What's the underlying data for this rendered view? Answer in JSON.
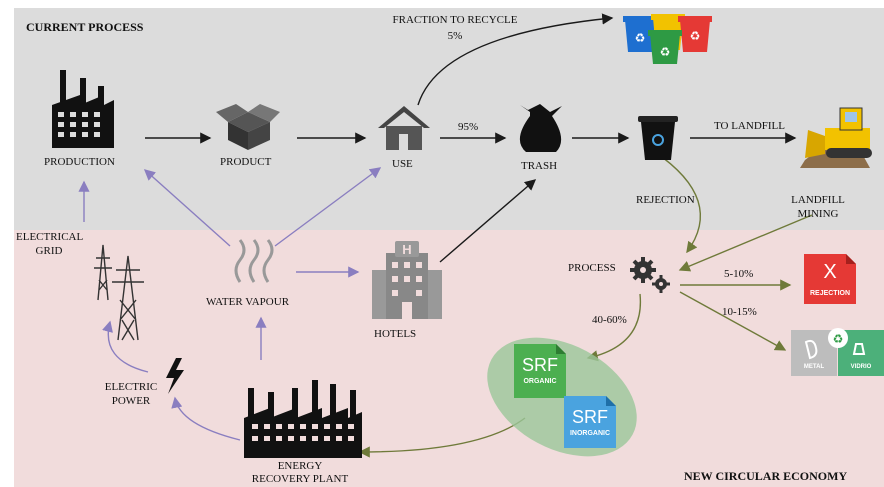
{
  "sections": {
    "current": "CURRENT PROCESS",
    "circular": "NEW CIRCULAR ECONOMY"
  },
  "nodes": {
    "production": "PRODUCTION",
    "product": "PRODUCT",
    "use": "USE",
    "trash": "TRASH",
    "landfill": "TO LANDFILL",
    "recycle": "FRACTION TO RECYCLE",
    "recycle_pct": "5%",
    "trash_pct": "95%",
    "rejection": "REJECTION",
    "landfill_mining_1": "LANDFILL",
    "landfill_mining_2": "MINING",
    "process": "PROCESS",
    "pct_5_10": "5-10%",
    "pct_10_15": "10-15%",
    "pct_40_60": "40-60%",
    "grid_1": "ELECTRICAL",
    "grid_2": "GRID",
    "water_vapour": "WATER VAPOUR",
    "hotels": "HOTELS",
    "electric_1": "ELECTRIC",
    "electric_2": "POWER",
    "plant_1": "ENERGY",
    "plant_2": "RECOVERY PLANT"
  },
  "badges": {
    "srf": "SRF",
    "organic": "ORGANIC",
    "inorganic": "INORGANIC",
    "reject_x": "X",
    "reject_word": "REJECTION",
    "metal": "METAL",
    "glass": "VIDRIO"
  },
  "colors": {
    "top_band": "#dcdcdc",
    "bottom_band": "#f1dcdc",
    "arrow_dark": "#1a1a1a",
    "arrow_purple": "#8a7ec0",
    "arrow_olive": "#6f7a3a",
    "srf_green": "#4caf50",
    "srf_blue": "#4aa3df",
    "reject_red": "#e53935"
  }
}
